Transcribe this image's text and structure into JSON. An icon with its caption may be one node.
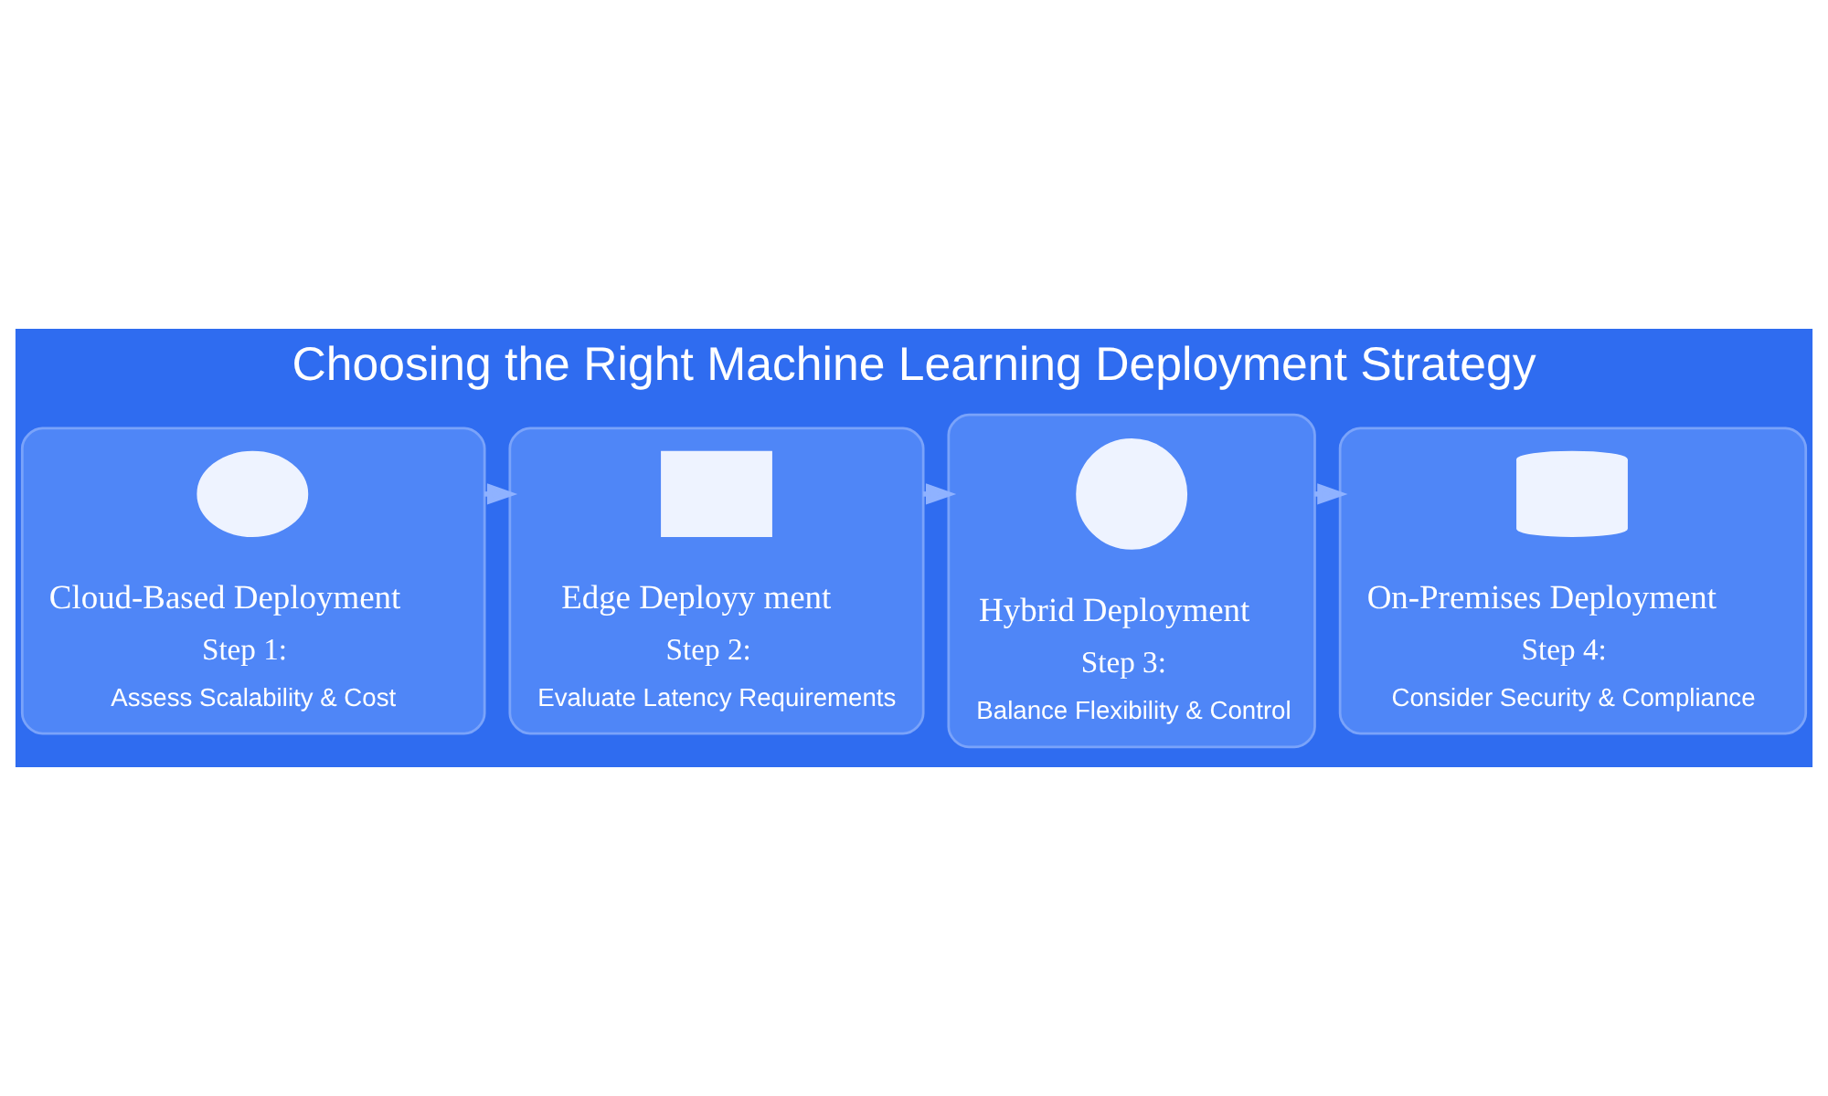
{
  "diagram": {
    "title": "Choosing the Right Machine Learning Deployment Strategy",
    "nodes": [
      {
        "text": [
          "Cloud-Based Deployment",
          "Step 1:",
          "Assess Scalability & Cost"
        ]
      },
      {
        "text": [
          "Edge Deployy ment",
          "Step 2:",
          "Evaluate Latency Requirements"
        ]
      },
      {
        "text": [
          "Hybrid Deployment",
          "Step 3:",
          "Balance Flexibility & Control"
        ]
      },
      {
        "text": [
          "On-Premises Deployment",
          "Step 4:",
          "Consider Security & Compliance"
        ]
      },
      {
        "text": [],
        "shape": "cloud",
        "in": 0
      },
      {
        "text": [],
        "shape": "monitor",
        "in": 1
      },
      {
        "text": [],
        "shape": "network",
        "in": 2
      },
      {
        "text": [],
        "shape": "server",
        "in": 3
      }
    ],
    "edges": [
      {
        "from": 0,
        "to": 1,
        "arrow": "to"
      },
      {
        "from": 1,
        "to": 2,
        "arrow": "to"
      },
      {
        "from": 2,
        "to": 3,
        "arrow": "to"
      }
    ]
  }
}
